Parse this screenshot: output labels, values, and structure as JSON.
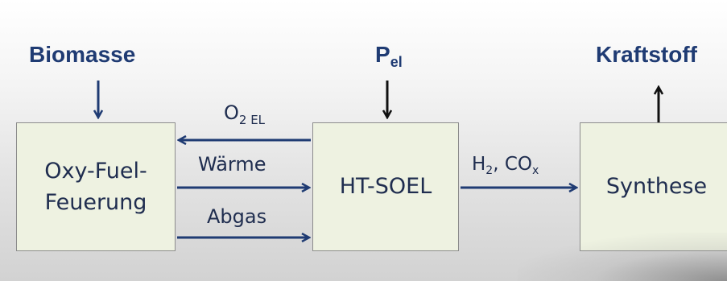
{
  "nodes": {
    "oxy_fuel": {
      "line1": "Oxy-Fuel-",
      "line2": "Feuerung"
    },
    "ht_soel": {
      "label": "HT-SOEL"
    },
    "synthese": {
      "label": "Synthese"
    }
  },
  "inputs": {
    "biomasse": "Biomasse",
    "p_main": "P",
    "p_sub": "el",
    "kraftstoff": "Kraftstoff"
  },
  "flows": {
    "o2_main": "O",
    "o2_sub": "2 EL",
    "waerme": "Wärme",
    "abgas": "Abgas",
    "h2": "H",
    "h2_sub": "2",
    "co_sep": ", CO",
    "co_sub": "x"
  },
  "colors": {
    "arrow": "#1f3b73",
    "box_fill": "#eef2e1",
    "box_border": "#8c8c8c",
    "title_text": "#1f3b73",
    "body_text": "#1f2d4f"
  },
  "icons": [
    "arrow-down-icon",
    "arrow-up-icon",
    "arrow-left-icon",
    "arrow-right-icon"
  ]
}
